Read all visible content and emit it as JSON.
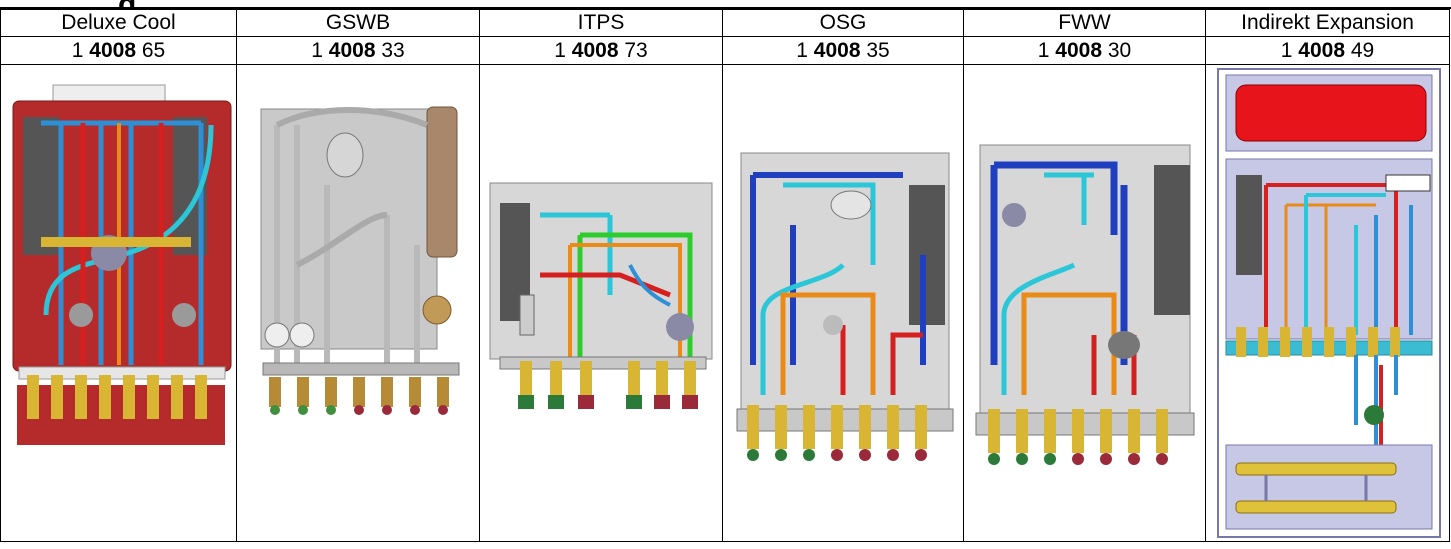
{
  "columns": [
    {
      "name": "Deluxe Cool",
      "code_prefix": "1",
      "code_bold": "4008",
      "code_suffix": "65",
      "image": "heat-station-module-red",
      "panel_color": "#b52a2a"
    },
    {
      "name": "GSWB",
      "code_prefix": "1",
      "code_bold": "4008",
      "code_suffix": "33",
      "image": "heat-station-module-brass",
      "panel_color": "#c9c9c9"
    },
    {
      "name": "ITPS",
      "code_prefix": "1",
      "code_bold": "4008",
      "code_suffix": "73",
      "image": "heat-station-module-grey-small",
      "panel_color": "#d7d7d7"
    },
    {
      "name": "OSG",
      "code_prefix": "1",
      "code_bold": "4008",
      "code_suffix": "35",
      "image": "heat-station-module-grey",
      "panel_color": "#d7d7d7"
    },
    {
      "name": "FWW",
      "code_prefix": "1",
      "code_bold": "4008",
      "code_suffix": "30",
      "image": "heat-station-module-grey",
      "panel_color": "#d7d7d7"
    },
    {
      "name": "Indirekt Expansion",
      "code_prefix": "1",
      "code_bold": "4008",
      "code_suffix": "49",
      "image": "heat-station-module-with-expansion-tank",
      "panel_color": "#c7c7e6"
    }
  ]
}
